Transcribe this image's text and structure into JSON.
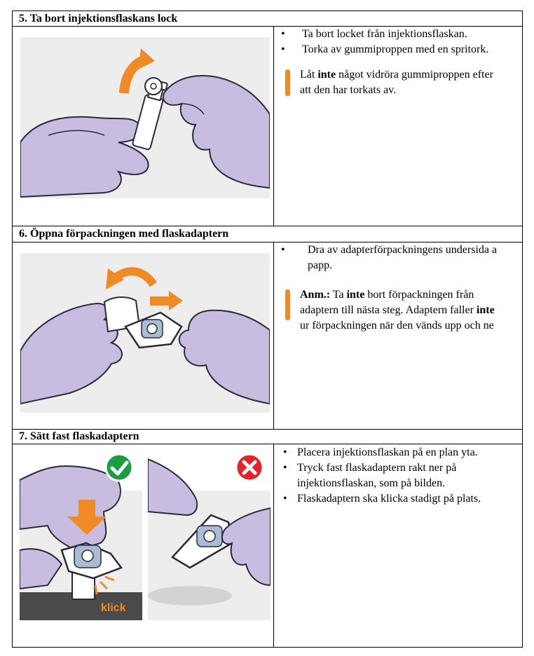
{
  "steps": [
    {
      "title": "5. Ta bort injektionsflaskans lock",
      "bullets": [
        "Ta bort locket från injektionsflaskan.",
        "Torka av gummiproppen med en spritork."
      ],
      "note": {
        "prefix": "Låt ",
        "bold": "inte",
        "line1_rest": " något vidröra gummiproppen efter",
        "line2": "att den har torkats av."
      }
    },
    {
      "title": "6. Öppna förpackningen med flaskadaptern",
      "bullets_line1": "Dra av adapterförpackningens undersida a",
      "bullets_line2": "papp.",
      "note": {
        "label": "Anm.:",
        "l1a": " Ta ",
        "l1b": "inte",
        "l1c": " bort förpackningen från",
        "l2a": "adaptern till nästa steg. Adaptern faller ",
        "l2b": "inte",
        "l3": "ur förpackningen när den vänds upp och ne"
      }
    },
    {
      "title": "7. Sätt fast flaskadaptern",
      "bullets": [
        "Placera injektionsflaskan på en plan yta.",
        "Tryck fast flaskadaptern rakt ner på injektionsflaskan, som på bilden.",
        "Flaskadaptern ska klicka stadigt på plats."
      ],
      "click_label": "klick"
    }
  ],
  "colors": {
    "accent_orange": "#f08a24",
    "glove": "#c8bce0",
    "glove_outline": "#2a2a3a",
    "check_green": "#1a9e3f",
    "cross_red": "#e8202a",
    "panel_grey": "#ededed"
  }
}
